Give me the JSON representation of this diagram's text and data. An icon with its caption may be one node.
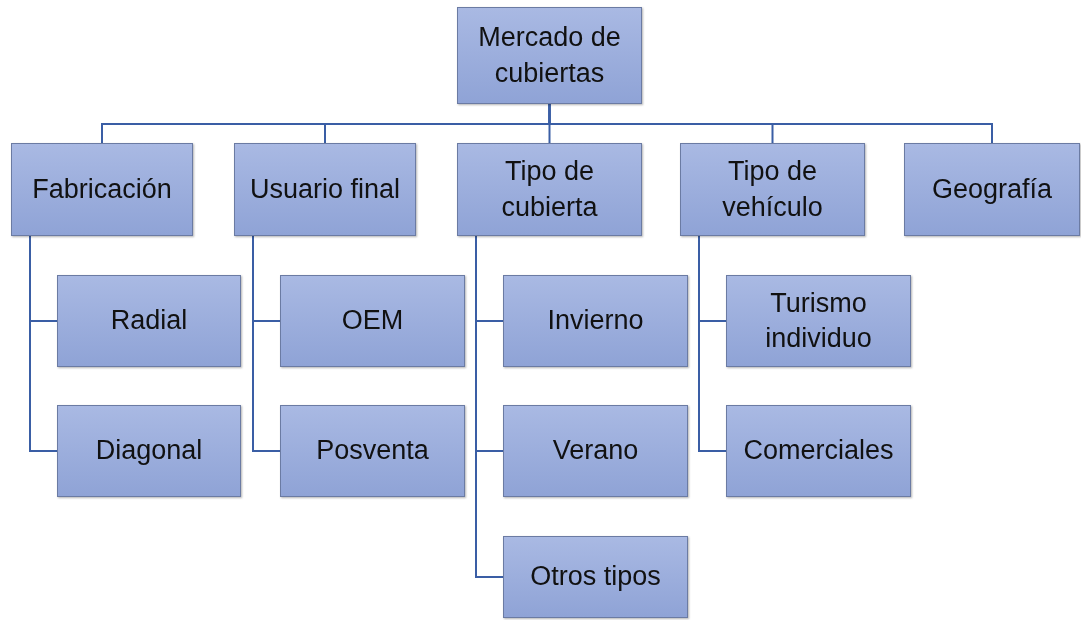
{
  "diagram": {
    "nodes": [
      {
        "text": [
          "Mercado de cubiertas"
        ]
      },
      {
        "text": [
          "Fabricación"
        ]
      },
      {
        "text": [
          "Usuario final"
        ]
      },
      {
        "text": [
          "Tipo de cubierta"
        ]
      },
      {
        "text": [
          "Tipo de vehículo"
        ]
      },
      {
        "text": [
          "Geografía"
        ]
      },
      {
        "text": [
          "Radial"
        ]
      },
      {
        "text": [
          "Diagonal"
        ]
      },
      {
        "text": [
          "OEM"
        ]
      },
      {
        "text": [
          "Posventa"
        ]
      },
      {
        "text": [
          "Invierno"
        ]
      },
      {
        "text": [
          "Verano"
        ]
      },
      {
        "text": [
          "Otros tipos"
        ]
      },
      {
        "text": [
          "Turismo individuo"
        ]
      },
      {
        "text": [
          "Comerciales"
        ]
      }
    ],
    "edges": [
      {
        "from": 0,
        "to": 1,
        "arrow": "none"
      },
      {
        "from": 0,
        "to": 2,
        "arrow": "none"
      },
      {
        "from": 0,
        "to": 3,
        "arrow": "none"
      },
      {
        "from": 0,
        "to": 4,
        "arrow": "none"
      },
      {
        "from": 0,
        "to": 5,
        "arrow": "none"
      },
      {
        "from": 1,
        "to": 6,
        "arrow": "none"
      },
      {
        "from": 1,
        "to": 7,
        "arrow": "none"
      },
      {
        "from": 2,
        "to": 8,
        "arrow": "none"
      },
      {
        "from": 2,
        "to": 9,
        "arrow": "none"
      },
      {
        "from": 3,
        "to": 10,
        "arrow": "none"
      },
      {
        "from": 3,
        "to": 11,
        "arrow": "none"
      },
      {
        "from": 3,
        "to": 12,
        "arrow": "none"
      },
      {
        "from": 4,
        "to": 13,
        "arrow": "none"
      },
      {
        "from": 4,
        "to": 14,
        "arrow": "none"
      }
    ]
  }
}
